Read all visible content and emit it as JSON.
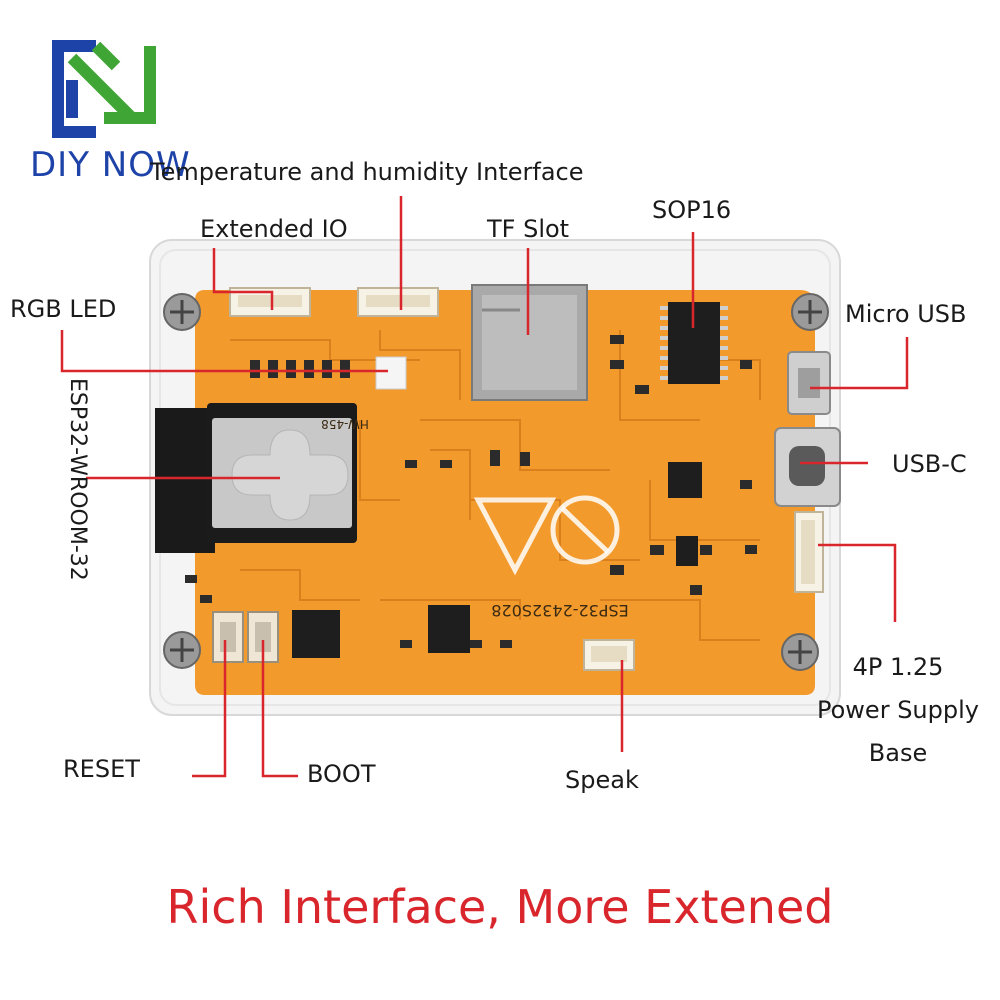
{
  "brand": {
    "name": "DIY NOW",
    "logo_icon": "diy-now-logo-icon",
    "colors": {
      "blue": "#1d43a8",
      "green": "#3fa535"
    }
  },
  "board": {
    "marking": "ESP32-2432S028",
    "module_marking": "HW-458"
  },
  "callouts": {
    "temp_humidity": "Temperature and humidity Interface",
    "extended_io": "Extended IO",
    "tf_slot": "TF Slot",
    "sop16": "SOP16",
    "rgb_led": "RGB LED",
    "micro_usb": "Micro USB",
    "esp32": "ESP32-WROOM-32",
    "usb_c": "USB-C",
    "power_line1": "4P 1.25",
    "power_line2": "Power Supply",
    "power_line3": "Base",
    "reset": "RESET",
    "boot": "BOOT",
    "speak": "Speak"
  },
  "tagline": "Rich Interface, More Extened",
  "colors": {
    "leader_line": "#d9262c",
    "pcb": "#f39a2c",
    "tagline": "#d9262c"
  }
}
